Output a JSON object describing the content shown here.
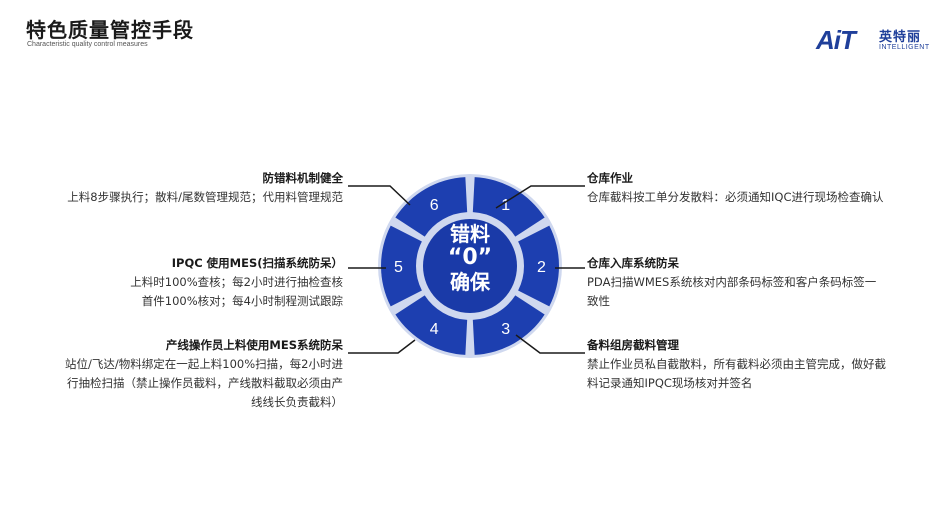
{
  "header": {
    "title": "特色质量管控手段",
    "subtitle": "Characteristic quality control measures"
  },
  "logo": {
    "mark": "AiT",
    "name_cn": "英特丽",
    "name_en": "INTELLIGENT"
  },
  "center": {
    "line1": "错料",
    "line2": "“0”",
    "line3": "确保"
  },
  "segments": [
    {
      "number": "1",
      "title": "仓库作业",
      "lines": [
        "仓库截料按工单分发散料：必须通知IQC进行现场检查确认"
      ]
    },
    {
      "number": "2",
      "title": "仓库入库系统防呆",
      "lines": [
        "PDA扫描WMES系统核对内部条码标签和客户条码标签一",
        "致性"
      ]
    },
    {
      "number": "3",
      "title": "备料组房截料管理",
      "lines": [
        "禁止作业员私自截散料，所有截料必须由主管完成，做好截",
        "料记录通知IPQC现场核对并签名"
      ]
    },
    {
      "number": "4",
      "title": "产线操作员上料使用MES系统防呆",
      "lines": [
        "站位/飞达/物料绑定在一起上料100%扫描，每2小时进",
        "行抽检扫描（禁止操作员截料，产线散料截取必须由产",
        "线线长负责截料）"
      ]
    },
    {
      "number": "5",
      "title": "IPQC 使用MES(扫描系统防呆）",
      "lines": [
        "上料时100%查核；每2小时进行抽检查核",
        "首件100%核对；每4小时制程测试跟踪"
      ]
    },
    {
      "number": "6",
      "title": "防错料机制健全",
      "lines": [
        "上料8步骤执行；散料/尾数管理规范；代用料管理规范"
      ]
    }
  ],
  "colors": {
    "segment_fill": "#1d3fb0",
    "center_fill": "#1a3aa8",
    "ring": "#cfd8ef",
    "leader": "#1a1a1a"
  }
}
